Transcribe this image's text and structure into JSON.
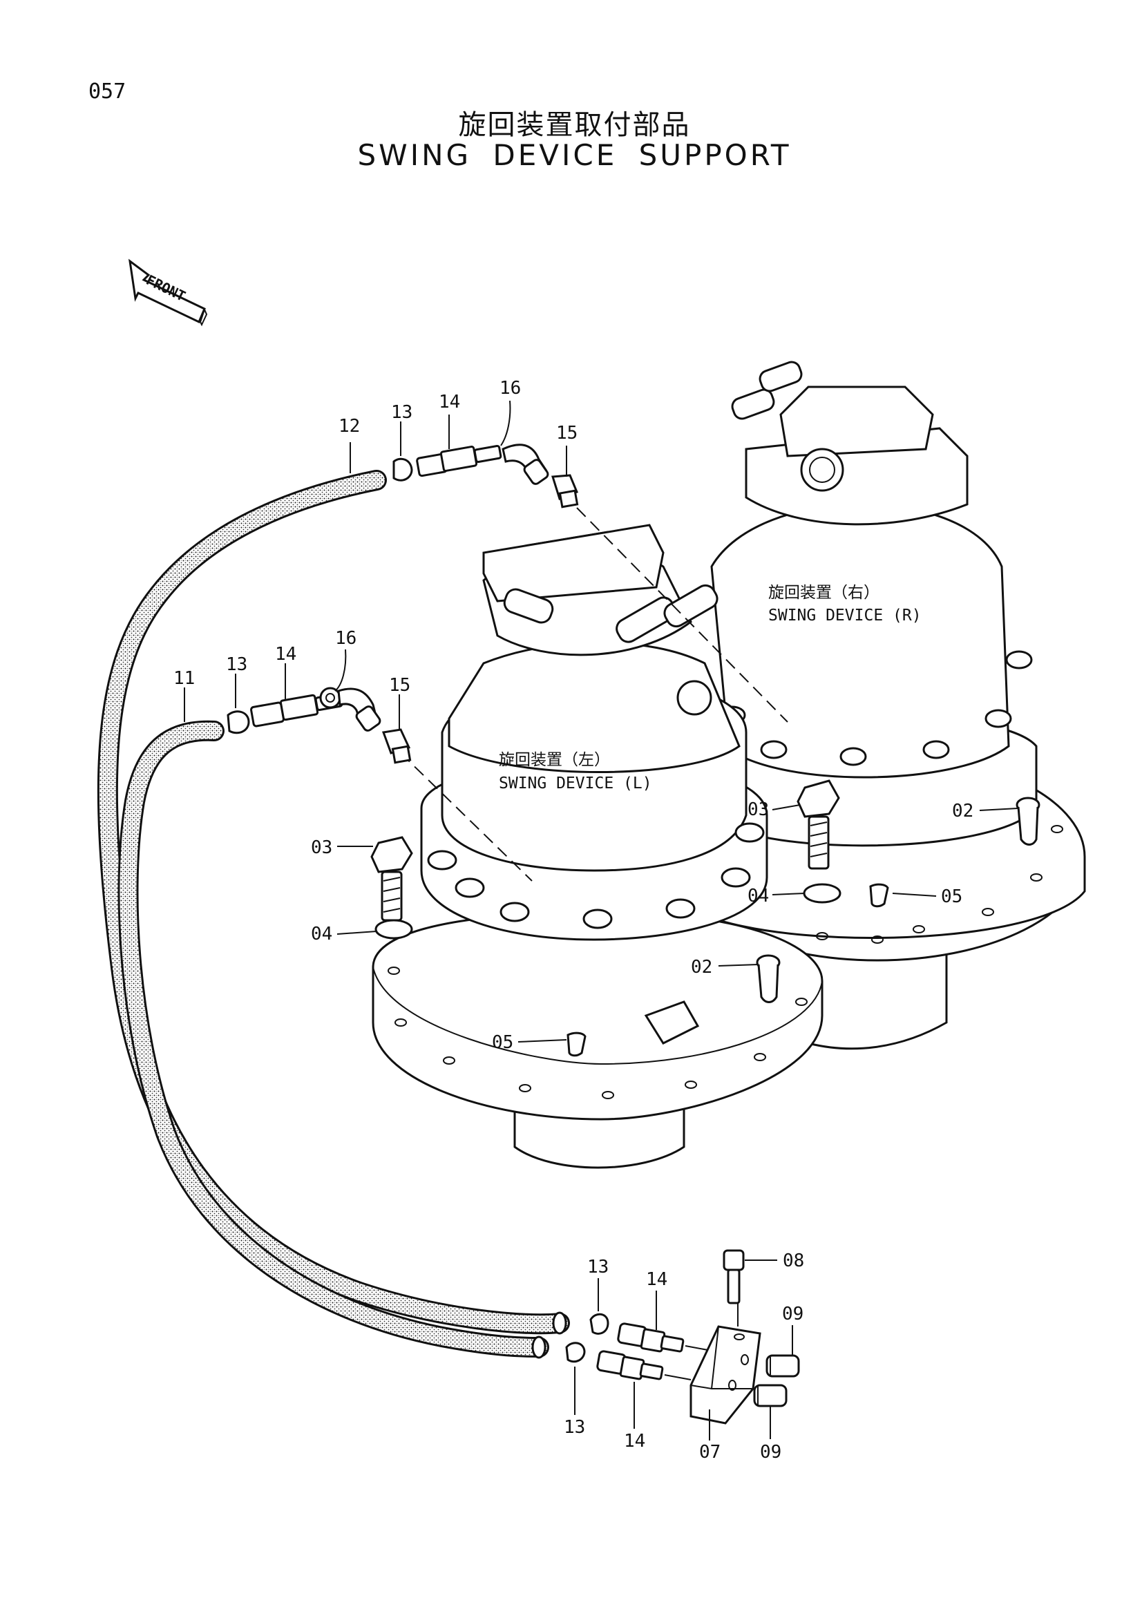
{
  "page_number": "057",
  "title_jp": "旋回装置取付部品",
  "title_en": "SWING  DEVICE  SUPPORT",
  "front_marker": "FRONT",
  "device_labels": {
    "right_jp": "旋回装置（右）",
    "right_en": "SWING DEVICE (R)",
    "left_jp": "旋回装置（左）",
    "left_en": "SWING DEVICE (L)"
  },
  "callouts": [
    "12",
    "13",
    "14",
    "16",
    "15",
    "11",
    "13",
    "14",
    "16",
    "15",
    "03",
    "04",
    "03",
    "04",
    "05",
    "02",
    "02",
    "05",
    "13",
    "14",
    "08",
    "09",
    "13",
    "14",
    "07",
    "09"
  ],
  "colors": {
    "ink": "#111111",
    "hose_fill": "#9a9a9a",
    "paper": "#ffffff"
  }
}
